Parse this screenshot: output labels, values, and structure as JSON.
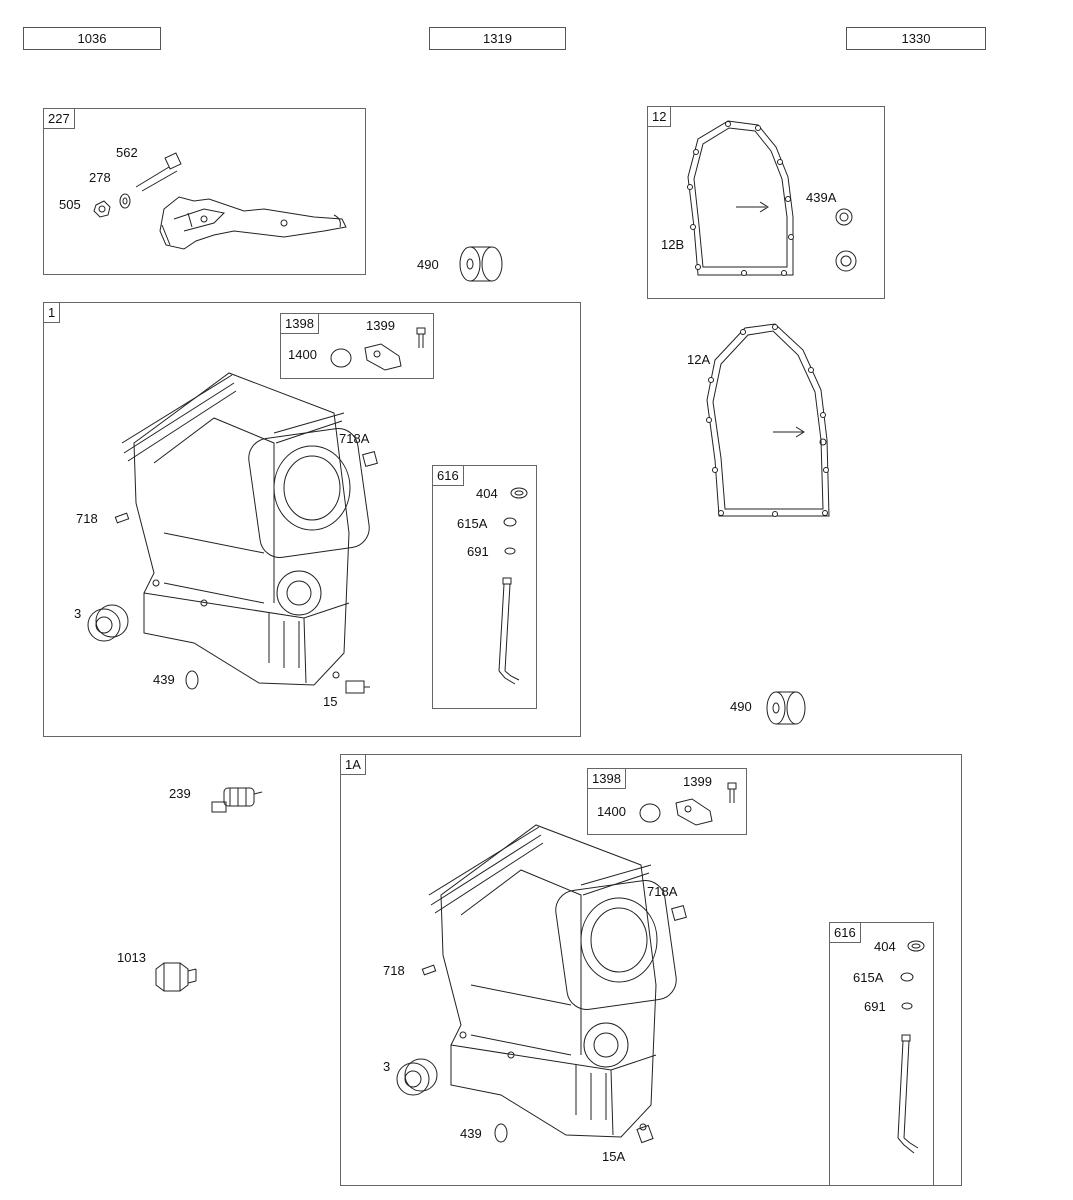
{
  "headers": {
    "left": "1036",
    "middle": "1319",
    "right": "1330"
  },
  "group_227": {
    "tag": "227",
    "l562": "562",
    "l278": "278",
    "l505": "505"
  },
  "loose_490_top": "490",
  "group_12": {
    "tag": "12",
    "l439a": "439A",
    "l12b": "12B"
  },
  "loose_12a": "12A",
  "group_1": {
    "tag": "1",
    "sub_1398": {
      "tag": "1398",
      "l1399": "1399",
      "l1400": "1400"
    },
    "l718a": "718A",
    "l718": "718",
    "l3": "3",
    "l439": "439",
    "l15": "15",
    "sub_616": {
      "tag": "616",
      "l404": "404",
      "l615a": "615A",
      "l691": "691"
    }
  },
  "loose_490_bottom": "490",
  "loose_239": "239",
  "loose_1013": "1013",
  "group_1a": {
    "tag": "1A",
    "sub_1398": {
      "tag": "1398",
      "l1399": "1399",
      "l1400": "1400"
    },
    "l718a": "718A",
    "l718": "718",
    "l3": "3",
    "l439": "439",
    "l15a": "15A",
    "sub_616": {
      "tag": "616",
      "l404": "404",
      "l615a": "615A",
      "l691": "691"
    }
  }
}
